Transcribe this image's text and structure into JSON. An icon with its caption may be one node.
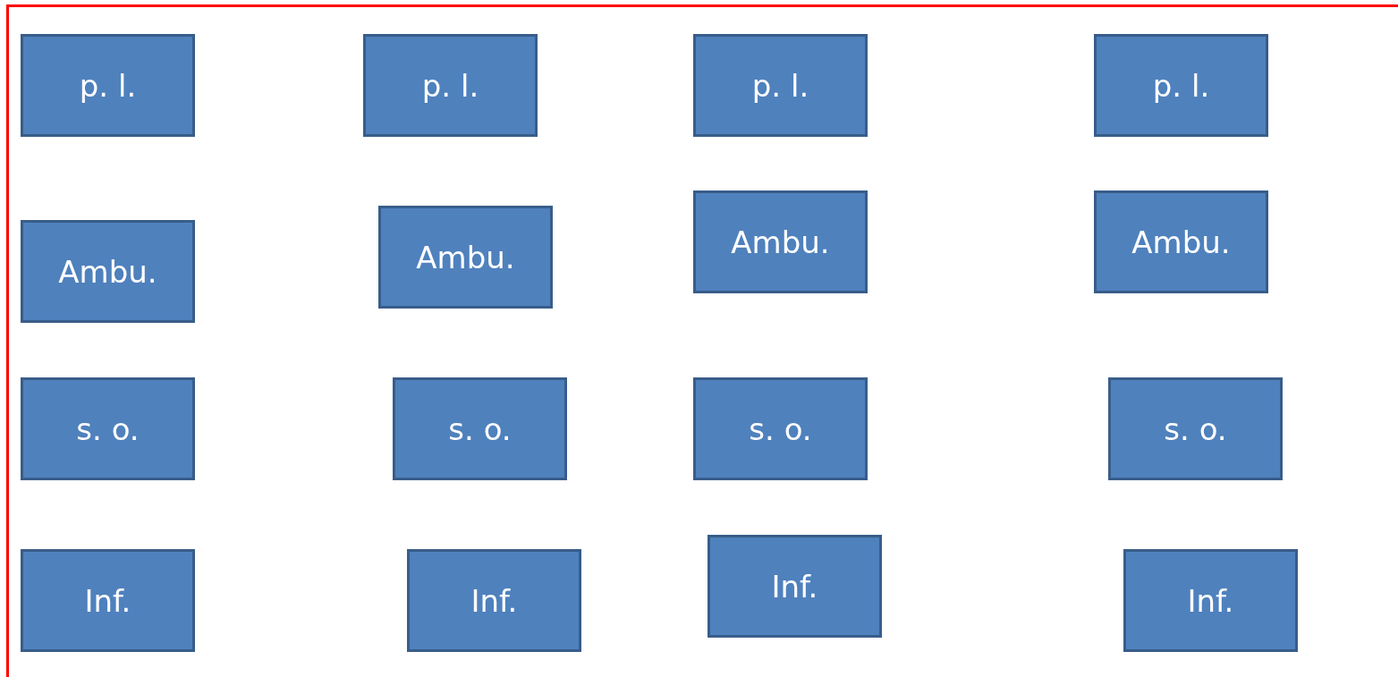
{
  "diagram": {
    "nodes": [
      {
        "text": [
          "p. l."
        ]
      },
      {
        "text": [
          "p. l."
        ]
      },
      {
        "text": [
          "p. l."
        ]
      },
      {
        "text": [
          "p. l."
        ]
      },
      {
        "text": [
          "Ambu."
        ]
      },
      {
        "text": [
          "Ambu."
        ]
      },
      {
        "text": [
          "Ambu."
        ]
      },
      {
        "text": [
          "Ambu."
        ]
      },
      {
        "text": [
          "s. o."
        ]
      },
      {
        "text": [
          "s. o."
        ]
      },
      {
        "text": [
          "s. o."
        ]
      },
      {
        "text": [
          "s. o."
        ]
      },
      {
        "text": [
          "Inf."
        ]
      },
      {
        "text": [
          "Inf."
        ]
      },
      {
        "text": [
          "Inf."
        ]
      },
      {
        "text": [
          "Inf."
        ]
      }
    ]
  }
}
